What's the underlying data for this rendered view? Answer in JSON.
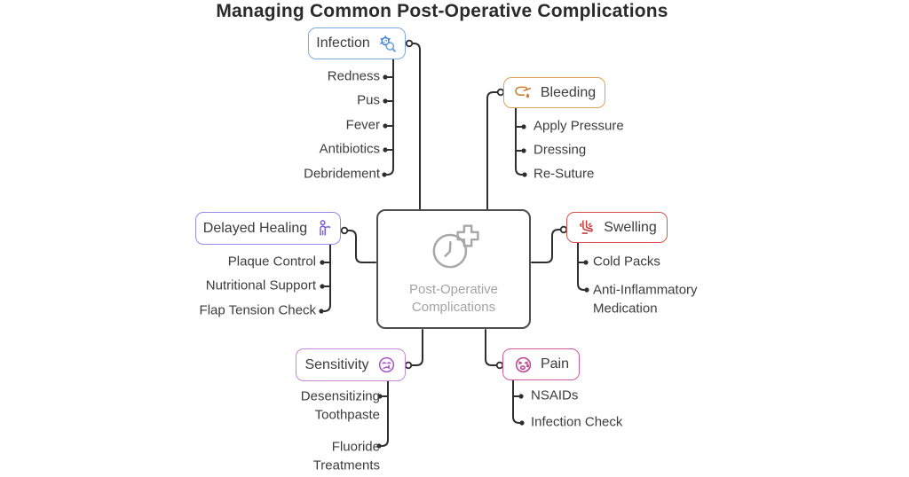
{
  "title": "Managing Common Post-Operative Complications",
  "colors": {
    "line": "#2e2e2e",
    "text": "#3c3c3c",
    "title": "#2b2b2b",
    "center_border": "#4e4e4e",
    "center_text": "#a3a3a3"
  },
  "center": {
    "label": "Post-Operative Complications",
    "icon": "clock-plus-icon"
  },
  "branches": [
    {
      "label": "Infection",
      "icon": "germ-magnifier-icon",
      "border_color": "#7daade",
      "icon_color": "#3b7cd6",
      "items": [
        "Redness",
        "Pus",
        "Fever",
        "Antibiotics",
        "Debridement"
      ]
    },
    {
      "label": "Bleeding",
      "icon": "hand-pressure-icon",
      "border_color": "#dda158",
      "icon_color": "#cf7f35",
      "items": [
        "Apply Pressure",
        "Dressing",
        "Re-Suture"
      ]
    },
    {
      "label": "Delayed Healing",
      "icon": "person-icon",
      "border_color": "#958ceb",
      "icon_color": "#7a5ce0",
      "items": [
        "Plaque Control",
        "Nutritional Support",
        "Flap Tension Check"
      ]
    },
    {
      "label": "Swelling",
      "icon": "swollen-foot-icon",
      "border_color": "#d9544d",
      "icon_color": "#cc3c3c",
      "items": [
        "Cold Packs",
        "Anti-Inflammatory Medication"
      ]
    },
    {
      "label": "Sensitivity",
      "icon": "wincing-face-icon",
      "border_color": "#cb85dc",
      "icon_color": "#a557c7",
      "items": [
        "Desensitizing Toothpaste",
        "Fluoride Treatments"
      ]
    },
    {
      "label": "Pain",
      "icon": "crying-face-icon",
      "border_color": "#d158a9",
      "icon_color": "#c2418f",
      "items": [
        "NSAIDs",
        "Infection Check"
      ]
    }
  ]
}
